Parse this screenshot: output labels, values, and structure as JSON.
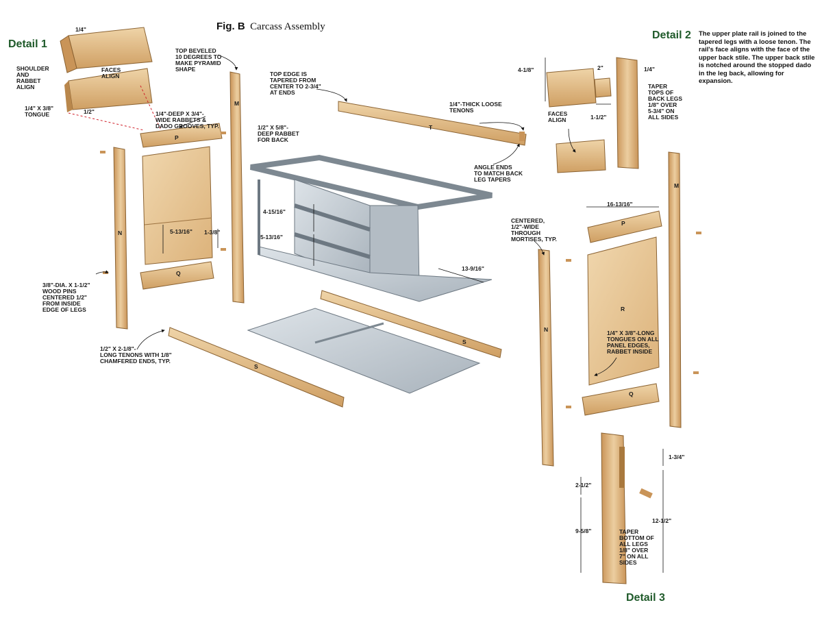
{
  "figure": {
    "label": "Fig. B",
    "title": "Carcass Assembly"
  },
  "details": {
    "detail1": "Detail 1",
    "detail2": "Detail 2",
    "detail3": "Detail 3"
  },
  "detail2_note": "The upper plate rail is joined to the tapered legs with a loose tenon. The rail's face aligns with the face of the upper back stile. The upper back stile is notched around the stopped dado in the leg back, allowing for expansion.",
  "part_letters": {
    "m": "M",
    "n": "N",
    "p": "P",
    "q": "Q",
    "r": "R",
    "s": "S",
    "t": "T"
  },
  "detail1_labels": {
    "quarter": "1/4\"",
    "shoulder": "SHOULDER\nAND\nRABBET\nALIGN",
    "faces_align": "FACES\nALIGN",
    "tongue": "1/4\" x 3/8\"\nTONGUE",
    "half": "1/2\""
  },
  "callouts": {
    "top_beveled": "TOP BEVELED\n10 DEGREES TO\nMAKE PYRAMID\nSHAPE",
    "rabbets": "1/4\"-DEEP X 3/4\"-\nWIDE RABBETS &\nDADO GROOVES, TYP.",
    "rabbet_back": "1/2\" X 5/8\"-\nDEEP RABBET\nFOR BACK",
    "top_edge": "TOP EDGE IS\nTAPERED FROM\nCENTER TO 2-3/4\"\nAT ENDS",
    "loose_tenons": "1/4\"-THICK LOOSE\nTENONS",
    "angle_ends": "ANGLE ENDS\nTO MATCH BACK\nLEG TAPERS",
    "wood_pins": "3/8\"-DIA. X 1-1/2\"\nWOOD PINS\nCENTERED 1/2\"\nFROM INSIDE\nEDGE OF LEGS",
    "long_tenons": "1/2\" X 2-1/8\"-\nLONG TENONS WITH 1/8\"\nCHAMFERED ENDS, TYP.",
    "centered_mortises": "CENTERED,\n1/2\"-WIDE\nTHROUGH\nMORTISES, TYP.",
    "panel_tongues": "1/4\" X 3/8\"-LONG\nTONGUES ON ALL\nPANEL EDGES,\nRABBET INSIDE",
    "faces_align2": "FACES\nALIGN",
    "taper_tops": "TAPER\nTOPS OF\nBACK LEGS\n1/8\" OVER\n5-3/4\" ON\nALL SIDES",
    "taper_bottom": "TAPER\nBOTTOM OF\nALL LEGS\n1/8\" OVER\n7\" ON ALL\nSIDES"
  },
  "dimensions": {
    "d_5_13_16_panel": "5-13/16\"",
    "d_1_3_8": "1-3/8\"",
    "d_4_15_16": "4-15/16\"",
    "d_5_13_16_case": "5-13/16\"",
    "d_13_9_16": "13-9/16\"",
    "d_16_13_16": "16-13/16\"",
    "d_4_1_8": "4-1/8\"",
    "d_2": "2\"",
    "d_1_4_det2": "1/4\"",
    "d_1_1_2": "1-1/2\"",
    "d_1_3_4": "1-3/4\"",
    "d_2_1_2": "2-1/2\"",
    "d_12_1_2": "12-1/2\"",
    "d_9_5_8": "9-5/8\""
  },
  "colors": {
    "wood_light": "#e6c79a",
    "wood_mid": "#d9ae74",
    "wood_dark": "#b9874c",
    "carcass_gray": "#c4ccd3",
    "detail_green": "#1f5a2a",
    "leader_red": "#d0202a"
  }
}
